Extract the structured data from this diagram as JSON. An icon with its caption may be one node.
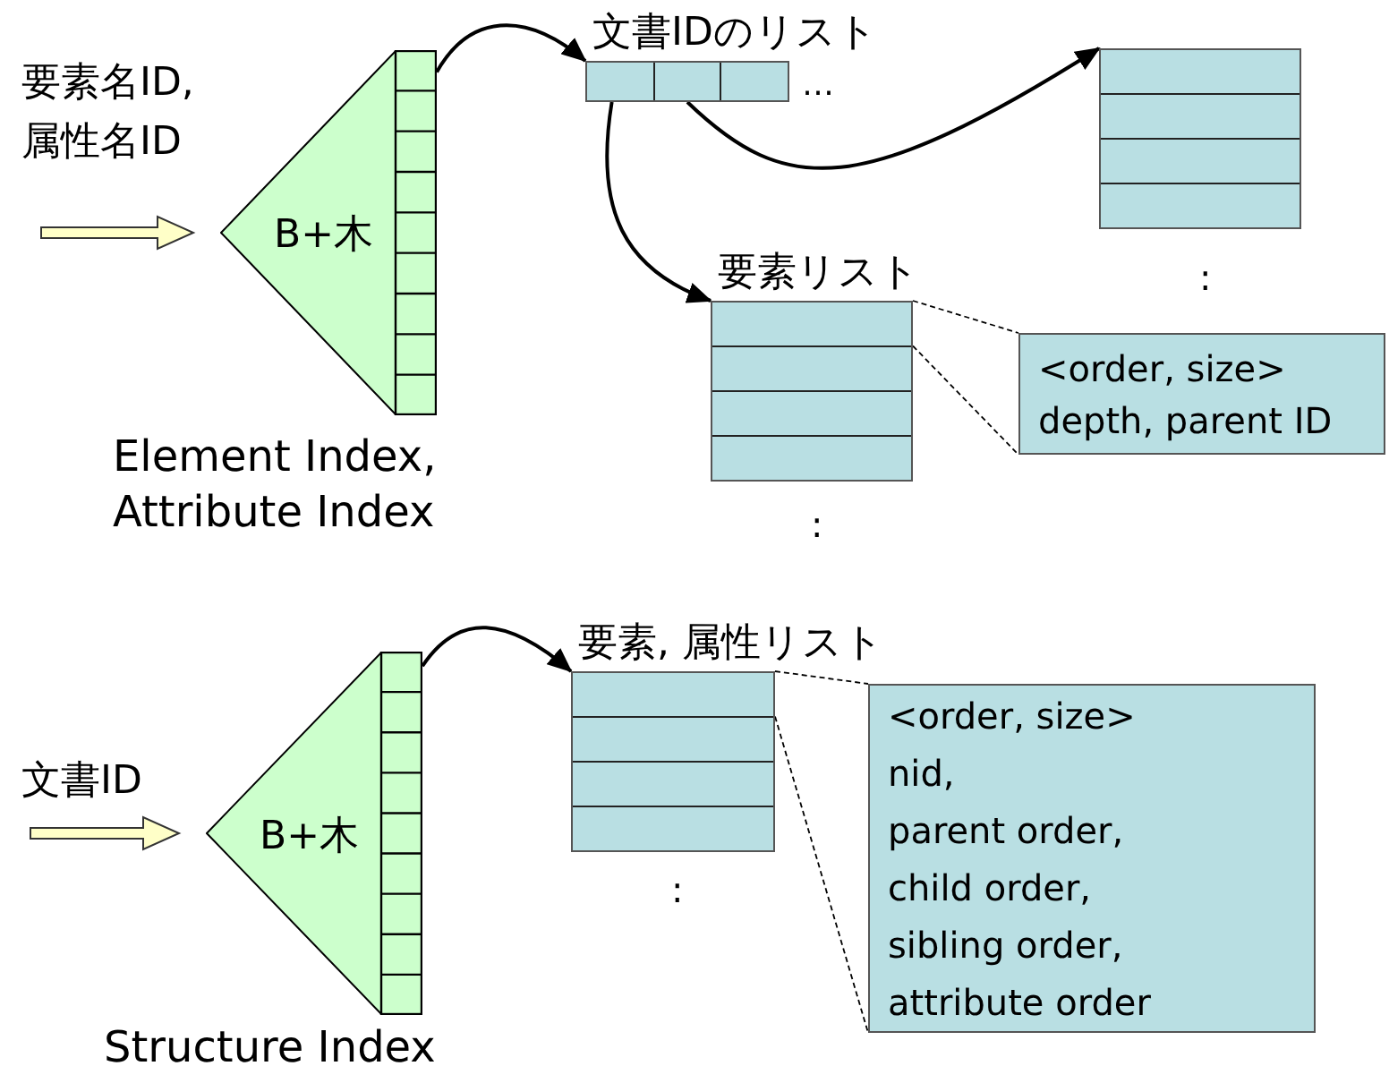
{
  "diagram": {
    "nodes": [
      {
        "text": [
          "B+木"
        ],
        "beside": [
          "Element Index, Attribute Index"
        ]
      },
      {
        "text": [
          "文書IDのリスト"
        ],
        "beside": [
          "…"
        ]
      },
      {
        "text": [],
        "shape": "box",
        "beside": [
          ":"
        ]
      },
      {
        "text": [
          "要素リスト"
        ],
        "beside": [
          ":"
        ]
      },
      {
        "text": [
          "<order, size>",
          "depth, parent ID"
        ]
      },
      {
        "text": [
          "B+木"
        ],
        "beside": [
          "Structure Index"
        ]
      },
      {
        "text": [
          "要素, 属性リスト"
        ],
        "beside": [
          ":"
        ]
      },
      {
        "text": [
          "<order, size>",
          "nid,",
          "parent order,",
          "child order,",
          "sibling order,",
          "attribute order"
        ]
      }
    ],
    "edges": [
      {
        "from": null,
        "to": 0,
        "arrow": "to",
        "label": "要素名ID, 属性名ID",
        "style": "thick",
        "color": "#ffffc8"
      },
      {
        "from": 0,
        "to": 1,
        "arrow": "to"
      },
      {
        "from": 1,
        "to": 3,
        "arrow": "to"
      },
      {
        "from": 1,
        "to": 2,
        "arrow": "to"
      },
      {
        "from": 3,
        "to": 4,
        "arrow": "none",
        "style": "dashed"
      },
      {
        "from": 3,
        "to": 4,
        "arrow": "none",
        "style": "dashed"
      },
      {
        "from": null,
        "to": 5,
        "arrow": "to",
        "label": "文書ID",
        "style": "thick",
        "color": "#ffffc8"
      },
      {
        "from": 5,
        "to": 6,
        "arrow": "to"
      },
      {
        "from": 6,
        "to": 7,
        "arrow": "none",
        "style": "dashed"
      },
      {
        "from": 6,
        "to": 7,
        "arrow": "none",
        "style": "dashed"
      }
    ]
  }
}
